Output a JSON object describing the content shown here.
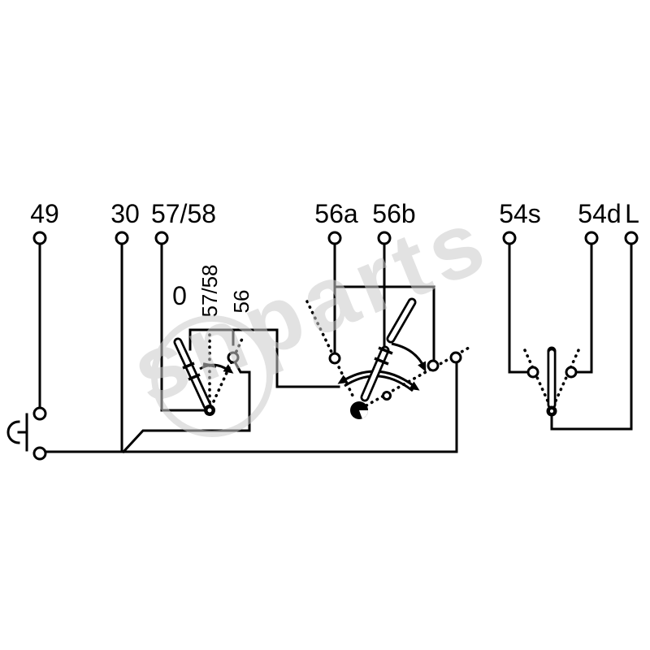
{
  "diagram": {
    "terminals": [
      {
        "id": "49",
        "label": "49"
      },
      {
        "id": "30",
        "label": "30"
      },
      {
        "id": "57-58",
        "label": "57/58"
      },
      {
        "id": "56a",
        "label": "56a"
      },
      {
        "id": "56b",
        "label": "56b"
      },
      {
        "id": "54s",
        "label": "54s"
      },
      {
        "id": "54d",
        "label": "54d"
      },
      {
        "id": "L",
        "label": "L"
      }
    ],
    "rotary_positions": {
      "off": "0",
      "parking": "57/58",
      "headlamp": "56"
    }
  },
  "watermark": {
    "text": "snparts"
  },
  "colors": {
    "line": "#000000",
    "background": "#ffffff",
    "watermark": "#cccccc"
  }
}
